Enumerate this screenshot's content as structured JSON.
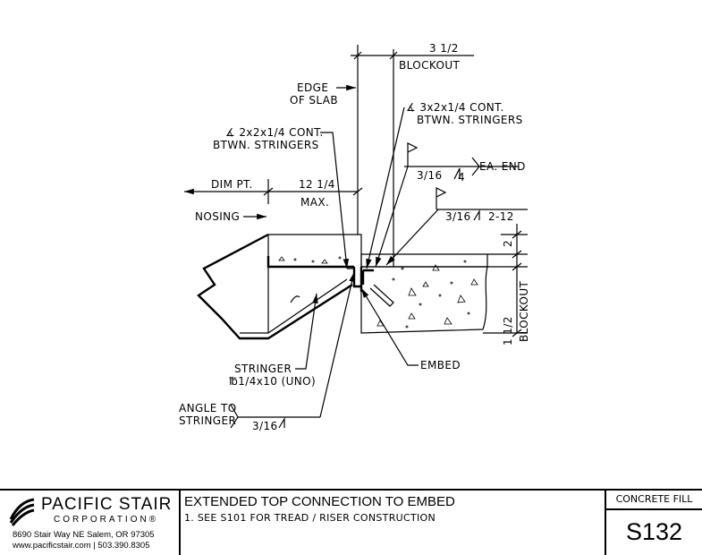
{
  "labels": {
    "dim_top": "3 1/2",
    "blockout_top": "BLOCKOUT",
    "edge_of_slab_1": "EDGE",
    "edge_of_slab_2": "OF SLAB",
    "angle_left_1": "∡ 2x2x1/4 CONT.",
    "angle_left_2": "BTWN. STRINGERS",
    "angle_right_1": "∡ 3x2x1/4 CONT.",
    "angle_right_2": "BTWN. STRINGERS",
    "weld1_size": "3/16",
    "weld1_len": "4",
    "weld1_note": "EA. END",
    "dim_pt": "DIM PT.",
    "dim_12": "12 1/4",
    "max": "MAX.",
    "weld2_size": "3/16",
    "weld2_len": "2-12",
    "nosing": "NOSING",
    "dim_2": "2",
    "dim_1_half": "1 1/2",
    "blockout_side": "BLOCKOUT",
    "stringer_1": "STRINGER",
    "stringer_2": "℔1/4x10 (UNO)",
    "embed": "EMBED",
    "angle_to_1": "ANGLE TO",
    "angle_to_2": "STRINGER",
    "weld3_size": "3/16"
  },
  "titleblock": {
    "company": "PACIFIC STAIR",
    "company_sub": "CORPORATION®",
    "address": "8690 Stair Way NE Salem, OR 97305",
    "web_phone": "www.pacificstair.com  |  503.390.8305",
    "title": "EXTENDED TOP CONNECTION TO EMBED",
    "note": "1.  SEE S101 FOR TREAD / RISER CONSTRUCTION",
    "category": "CONCRETE FILL",
    "sheet": "S132"
  }
}
